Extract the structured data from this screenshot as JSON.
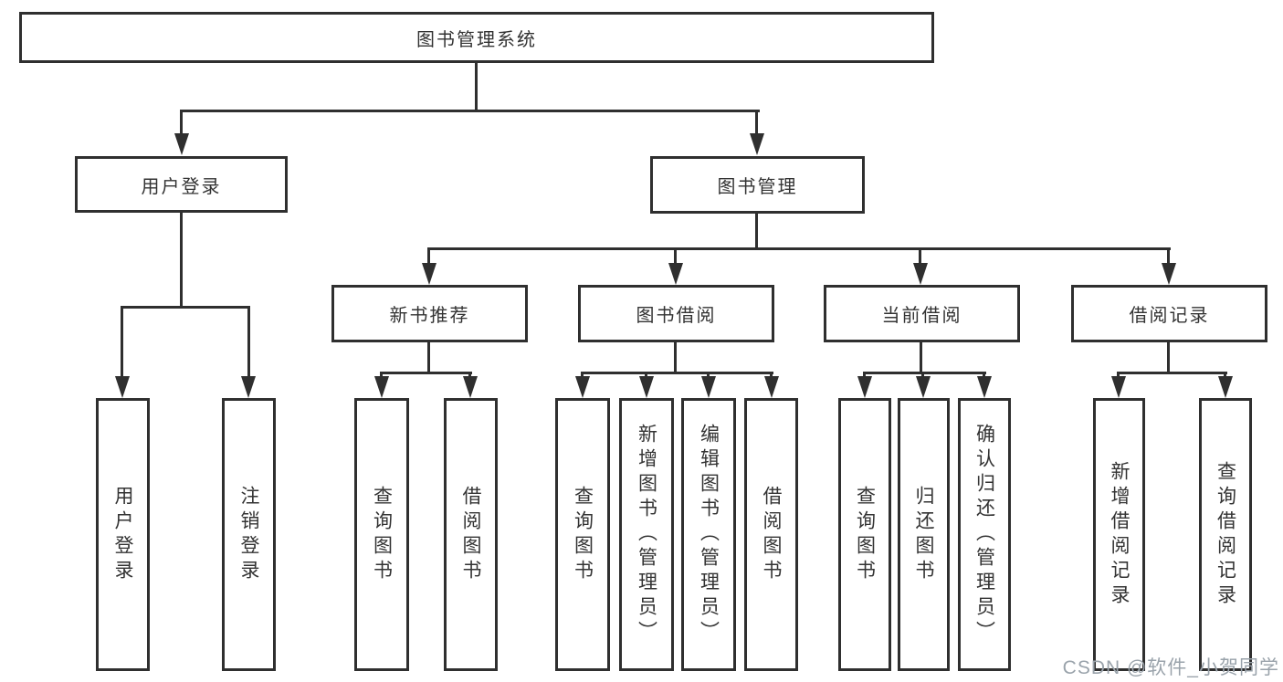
{
  "diagram": {
    "root": {
      "label": "图书管理系统"
    },
    "level2": [
      {
        "label": "用户登录"
      },
      {
        "label": "图书管理"
      }
    ],
    "level3": [
      {
        "label": "新书推荐"
      },
      {
        "label": "图书借阅"
      },
      {
        "label": "当前借阅"
      },
      {
        "label": "借阅记录"
      }
    ],
    "leaves": {
      "user_login": [
        "用户登录",
        "注销登录"
      ],
      "new_book": [
        "查询图书",
        "借阅图书"
      ],
      "book_borrow": [
        "查询图书",
        "新增图书（管理员）",
        "编辑图书（管理员）",
        "借阅图书"
      ],
      "current_borrow": [
        "查询图书",
        "归还图书",
        "确认归还（管理员）"
      ],
      "borrow_record": [
        "新增借阅记录",
        "查询借阅记录"
      ]
    }
  },
  "watermark": {
    "text": "CSDN @软件_小贺同学"
  },
  "colors": {
    "line": "#2f2f2f",
    "text": "#333333",
    "box_fill": "#ffffff",
    "background": "#ffffff",
    "watermark": "#9aa3ab"
  }
}
